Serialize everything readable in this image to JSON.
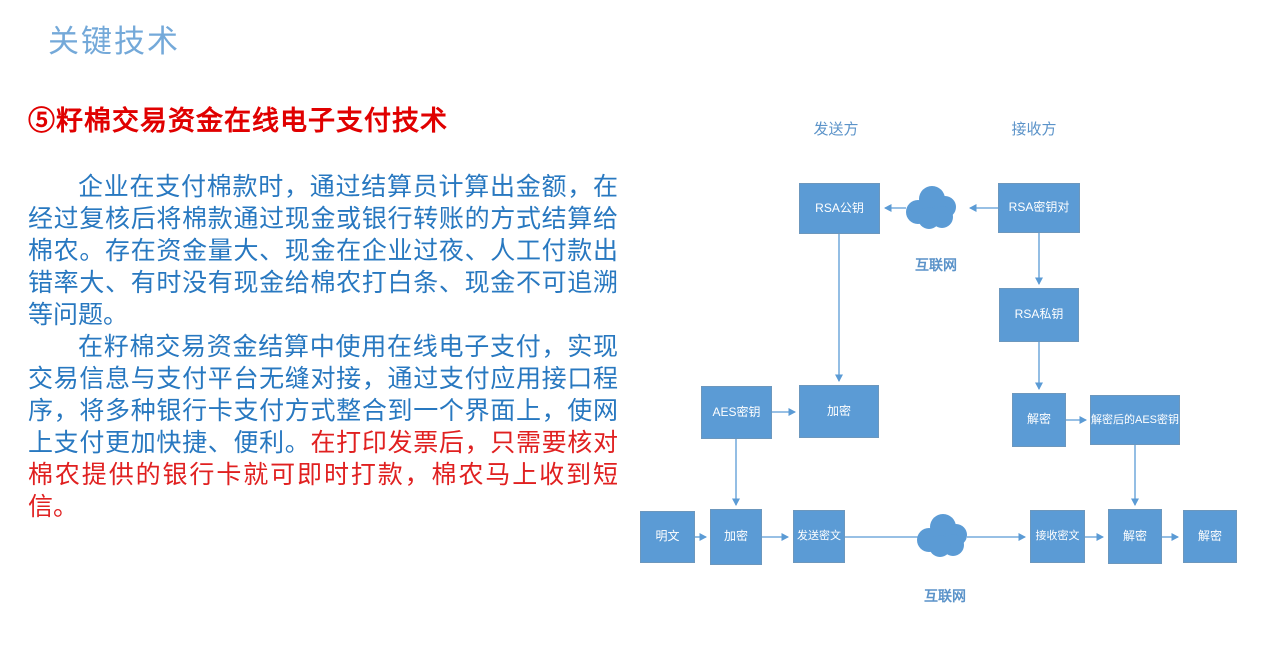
{
  "page": {
    "title": "关键技术",
    "heading": "⑤籽棉交易资金在线电子支付技术",
    "paragraph1": "企业在支付棉款时，通过结算员计算出金额，在经过复核后将棉款通过现金或银行转账的方式结算给棉农。存在资金量大、现金在企业过夜、人工付款出错率大、有时没有现金给棉农打白条、现金不可追溯等问题。",
    "paragraph2_blue": "在籽棉交易资金结算中使用在线电子支付，实现交易信息与支付平台无缝对接，通过支付应用接口程序，将多种银行卡支付方式整合到一个界面上，使网上支付更加快捷、便利。",
    "paragraph2_red": "在打印发票后，只需要核对棉农提供的银行卡就可即时打款，棉农马上收到短信。"
  },
  "colors": {
    "title_blue": "#74a9d9",
    "heading_red": "#e00000",
    "body_blue": "#2878c0",
    "body_red": "#e02020",
    "node_fill": "#5b9bd5",
    "node_border": "#6c97bd",
    "connector": "#5b9bd5",
    "label_blue": "#5b93c9"
  },
  "diagram": {
    "sender_label": "发送方",
    "receiver_label": "接收方",
    "internet_top_label": "互联网",
    "internet_bottom_label": "互联网",
    "nodes": {
      "rsa_public": "RSA公钥",
      "rsa_keypair": "RSA密钥对",
      "rsa_private": "RSA私钥",
      "aes_key": "AES密钥",
      "encrypt_mid": "加密",
      "decrypt_mid": "解密",
      "decrypted_aes": "解密后的AES密钥",
      "plaintext": "明文",
      "encrypt_bottom": "加密",
      "send_cipher": "发送密文",
      "receive_cipher": "接收密文",
      "decrypt_1": "解密",
      "decrypt_2": "解密"
    }
  }
}
